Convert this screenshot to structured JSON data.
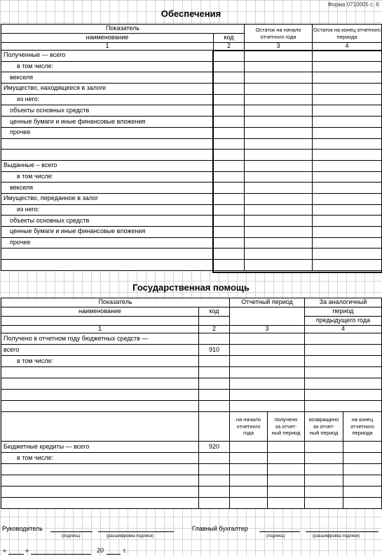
{
  "form_label": "Форма 0710005 с. 6",
  "security": {
    "title": "Обеспечения",
    "head_indicator": "Показатель",
    "head_name": "наименование",
    "head_code": "код",
    "head_begin": "Остаток на начало отчетного года",
    "head_end": "Остаток на конец отчетного периода",
    "col_nums": [
      "1",
      "2",
      "3",
      "4"
    ],
    "rows": [
      {
        "name": "Полученные — всего",
        "code": ""
      },
      {
        "name": "в том числе:",
        "code": ""
      },
      {
        "name": "векселя",
        "code": ""
      },
      {
        "name": "Имущество, находящееся в залоге",
        "code": ""
      },
      {
        "name": "из него:",
        "code": ""
      },
      {
        "name": "объекты основных средств",
        "code": ""
      },
      {
        "name": "ценные бумаги и иные финансовые вложения",
        "code": ""
      },
      {
        "name": "прочее",
        "code": ""
      },
      {
        "name": "",
        "code": ""
      },
      {
        "name": "",
        "code": ""
      },
      {
        "name": "Выданные – всего",
        "code": ""
      },
      {
        "name": "в том числе:",
        "code": ""
      },
      {
        "name": "векселя",
        "code": ""
      },
      {
        "name": "Имущество, переданное в залог",
        "code": ""
      },
      {
        "name": "из него:",
        "code": ""
      },
      {
        "name": "объекты основных средств",
        "code": ""
      },
      {
        "name": "ценные бумаги и иные финансовые вложения",
        "code": ""
      },
      {
        "name": "прочее",
        "code": ""
      },
      {
        "name": "",
        "code": ""
      },
      {
        "name": "",
        "code": ""
      }
    ]
  },
  "gov": {
    "title": "Государственная помощь",
    "head_indicator": "Показатель",
    "head_name": "наименование",
    "head_code": "код",
    "head_period": "Отчетный период",
    "head_prev_l1": "За аналогичный",
    "head_prev_l2": "период",
    "head_prev_l3": "предыдущего года",
    "col_nums": [
      "1",
      "2",
      "3",
      "4"
    ],
    "rows": [
      {
        "name": "Получено в отчетном году бюджетных средств —",
        "code": ""
      },
      {
        "name": "всего",
        "code": "910"
      },
      {
        "name": "в том числе:",
        "code": ""
      },
      {
        "name": "",
        "code": ""
      },
      {
        "name": "",
        "code": ""
      },
      {
        "name": "",
        "code": ""
      },
      {
        "name": "",
        "code": ""
      }
    ],
    "credit_heads": [
      {
        "l1": "на начало",
        "l2": "отчетного",
        "l3": "года"
      },
      {
        "l1": "получено",
        "l2": "за отчет-",
        "l3": "ный период"
      },
      {
        "l1": "возвращено",
        "l2": "за отчет-",
        "l3": "ный период"
      },
      {
        "l1": "на конец",
        "l2": "отчетного",
        "l3": "периода"
      }
    ],
    "credit_rows": [
      {
        "name": "Бюджетные кредиты — всего",
        "code": "920"
      },
      {
        "name": "в том числе:",
        "code": ""
      },
      {
        "name": "",
        "code": ""
      },
      {
        "name": "",
        "code": ""
      },
      {
        "name": "",
        "code": ""
      },
      {
        "name": "",
        "code": ""
      }
    ]
  },
  "signatures": {
    "head_label": "Руководитель",
    "chief_label": "Главный бухгалтер",
    "sign_caption": "(подпись)",
    "decode_caption": "(расшифровка подписи)",
    "date_open": "«",
    "date_close": "»",
    "year_prefix": "20",
    "year_suffix": "г."
  }
}
